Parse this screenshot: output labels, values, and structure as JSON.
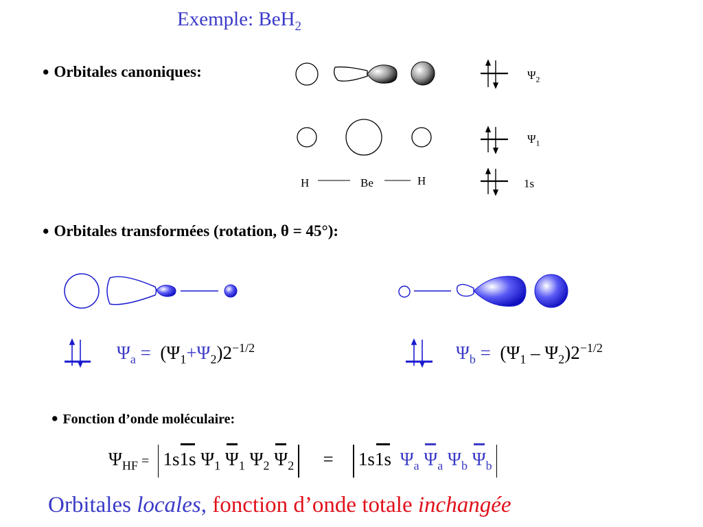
{
  "title": {
    "text": "Exemple: BeH",
    "sub": "2"
  },
  "section_canonical": {
    "label": "Orbitales canoniques:"
  },
  "levels": {
    "psi2": {
      "sym": "Ψ",
      "sub": "2"
    },
    "psi1": {
      "sym": "Ψ",
      "sub": "1"
    },
    "s1": {
      "text": "1s"
    }
  },
  "atoms": {
    "h_left": "H",
    "be": "Be",
    "h_right": "H"
  },
  "section_transformed": {
    "label": "Orbitales transformées (rotation, θ = 45°):"
  },
  "psi_a": {
    "sym": "Ψ",
    "sub": "a",
    "eq": " = ",
    "expr_open": "(Ψ",
    "s1": "1",
    "plus": "+Ψ",
    "s2": "2",
    "close": ")2",
    "exp": "−1/2"
  },
  "psi_b": {
    "sym": "Ψ",
    "sub": "b",
    "eq": " = ",
    "expr_open": "(Ψ",
    "s1": "1",
    "minus": " – Ψ",
    "s2": "2",
    "close": ")2",
    "exp": "−1/2"
  },
  "section_wavefunction": {
    "label": "Fonction d’onde moléculaire:"
  },
  "wavefunction": {
    "lhs_sym": "Ψ",
    "lhs_sub": "HF",
    "lhs_eq": " =",
    "det1": {
      "s1": "1s",
      "s1bar": "1s",
      "p1": "Ψ",
      "p1sub": "1",
      "p1bar": "Ψ",
      "p1barsub": "1",
      "p2": "Ψ",
      "p2sub": "2",
      "p2bar": "Ψ",
      "p2barsub": "2"
    },
    "equals": "=",
    "det2": {
      "s1": "1s",
      "s1bar": "1s",
      "pa": "Ψ",
      "pasub": "a",
      "pabar": "Ψ",
      "pabarsub": "a",
      "pb": "Ψ",
      "pbsub": "b",
      "pbbar": "Ψ",
      "pbbarsub": "b"
    }
  },
  "footer": {
    "part1": "Orbitales ",
    "part2": "locales",
    "part3": ", ",
    "part4": "fonction d’onde totale ",
    "part5": "inchangée"
  },
  "colors": {
    "blue": "#3a3ac8",
    "red": "#e0101a",
    "orbital_blue": "#2a2af0"
  }
}
